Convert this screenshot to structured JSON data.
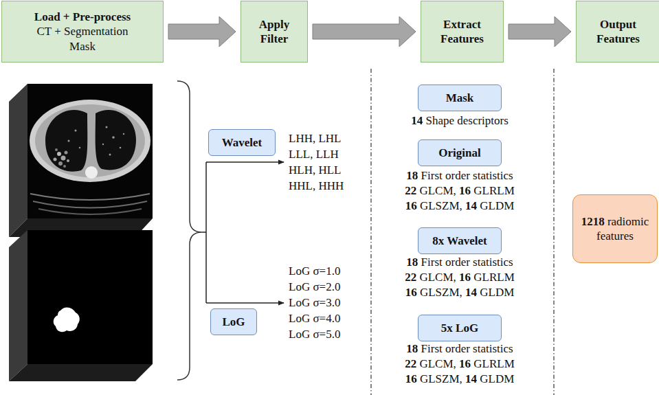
{
  "diagram": {
    "nodes": [
      {
        "text": [
          "Load + Pre-process",
          "CT + Segmentation Mask"
        ]
      },
      {
        "text": [
          "Apply Filter"
        ]
      },
      {
        "text": [
          "Extract Features"
        ]
      },
      {
        "text": [
          "Output Features"
        ]
      },
      {
        "text": [
          "Wavelet"
        ]
      },
      {
        "text": [
          "LoG"
        ]
      },
      {
        "text": [
          "Mask"
        ]
      },
      {
        "text": [
          "Original"
        ]
      },
      {
        "text": [
          "8x Wavelet"
        ]
      },
      {
        "text": [
          "5x LoG"
        ]
      },
      {
        "text": [
          "1218 radiomic features"
        ]
      }
    ],
    "edges": [
      {
        "from": 0,
        "to": 1,
        "arrow": "to"
      },
      {
        "from": 1,
        "to": 2,
        "arrow": "to"
      },
      {
        "from": 2,
        "to": 3,
        "arrow": "to"
      }
    ],
    "labels": [
      "LHH, LHL",
      "LLL, LLH",
      "HLH, HLL",
      "HHL, HHH",
      "LoG σ=1.0",
      "LoG σ=2.0",
      "LoG σ=3.0",
      "LoG σ=4.0",
      "LoG σ=5.0",
      "14 Shape descriptors",
      "18 First order statistics",
      "22 GLCM, 16 GLRLM",
      "16 GLSZM, 14 GLDM",
      "18 First order statistics",
      "22 GLCM, 16 GLRLM",
      "16 GLSZM, 14 GLDM",
      "18 First order statistics",
      "22 GLCM, 16 GLRLM",
      "16 GLSZM, 14 GLDM"
    ]
  }
}
